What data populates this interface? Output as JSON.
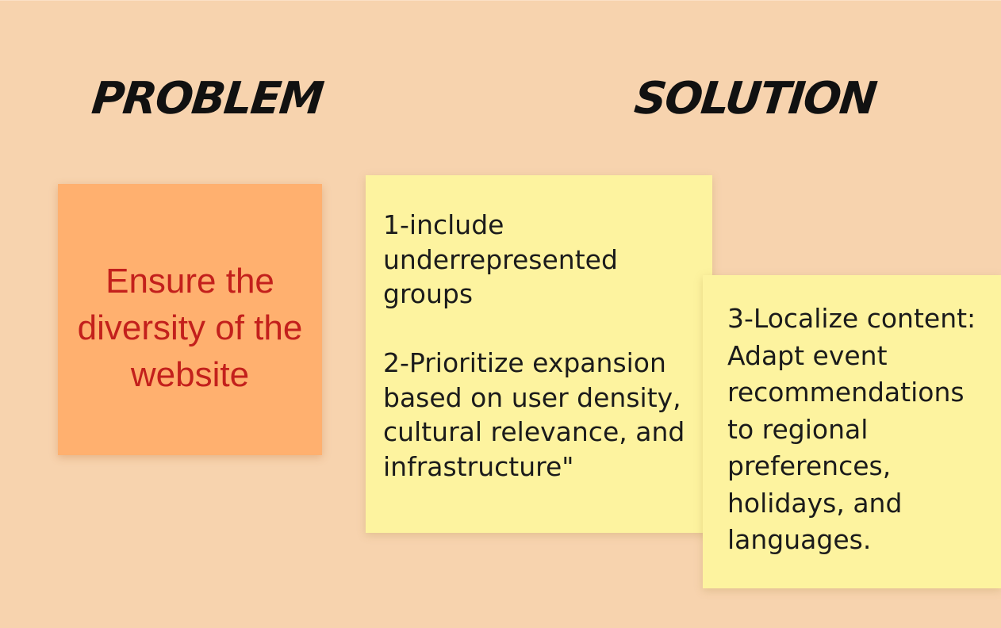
{
  "board": {
    "headings": {
      "problem": "PROBLEM",
      "solution": "SOLUTION"
    },
    "notes": {
      "problem": "Ensure the\ndiversity of the\nwebsite",
      "solution_1_2": "1-include\nunderrepresented\ngroups\n\n2-Prioritize expansion\nbased on user density,\ncultural relevance, and\ninfrastructure\"",
      "solution_3": "3-Localize content:\nAdapt event\nrecommendations\nto regional\npreferences,\nholidays, and\nlanguages."
    },
    "colors": {
      "background": "#f7d3ae",
      "problem_note": "#ffb06f",
      "problem_text": "#c3201c",
      "solution_note": "#fdf39f",
      "heading_text": "#111111"
    }
  }
}
